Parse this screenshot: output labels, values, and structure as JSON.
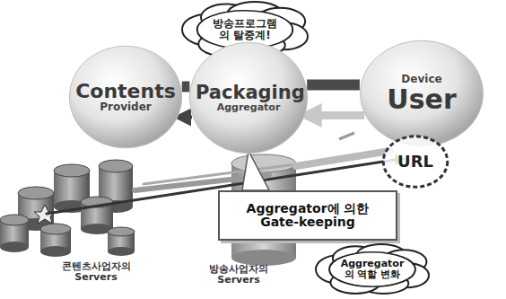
{
  "diagram": {
    "nodes": [
      {
        "text": [
          "방송프로그램의 탈중계!"
        ]
      },
      {
        "text": [
          "Contents",
          "Provider"
        ]
      },
      {
        "text": [
          "Packaging",
          "Aggregator"
        ]
      },
      {
        "text": [
          "Device",
          "User"
        ]
      },
      {
        "text": [
          "URL"
        ]
      },
      {
        "text": [
          "Aggregator에 의한 Gate-keeping"
        ]
      },
      {
        "text": [
          "Aggregator의 역할 변화"
        ]
      }
    ],
    "edges": [
      {
        "from": 1,
        "to": 2,
        "arrow": "none"
      },
      {
        "from": 2,
        "to": 3,
        "arrow": "none"
      },
      {
        "from": 2,
        "to": 1,
        "arrow": "to"
      },
      {
        "from": 3,
        "to": 2,
        "arrow": "to"
      }
    ],
    "labels": [
      "콘텐츠사업자의 Servers",
      "방송사업자의 Servers"
    ]
  }
}
